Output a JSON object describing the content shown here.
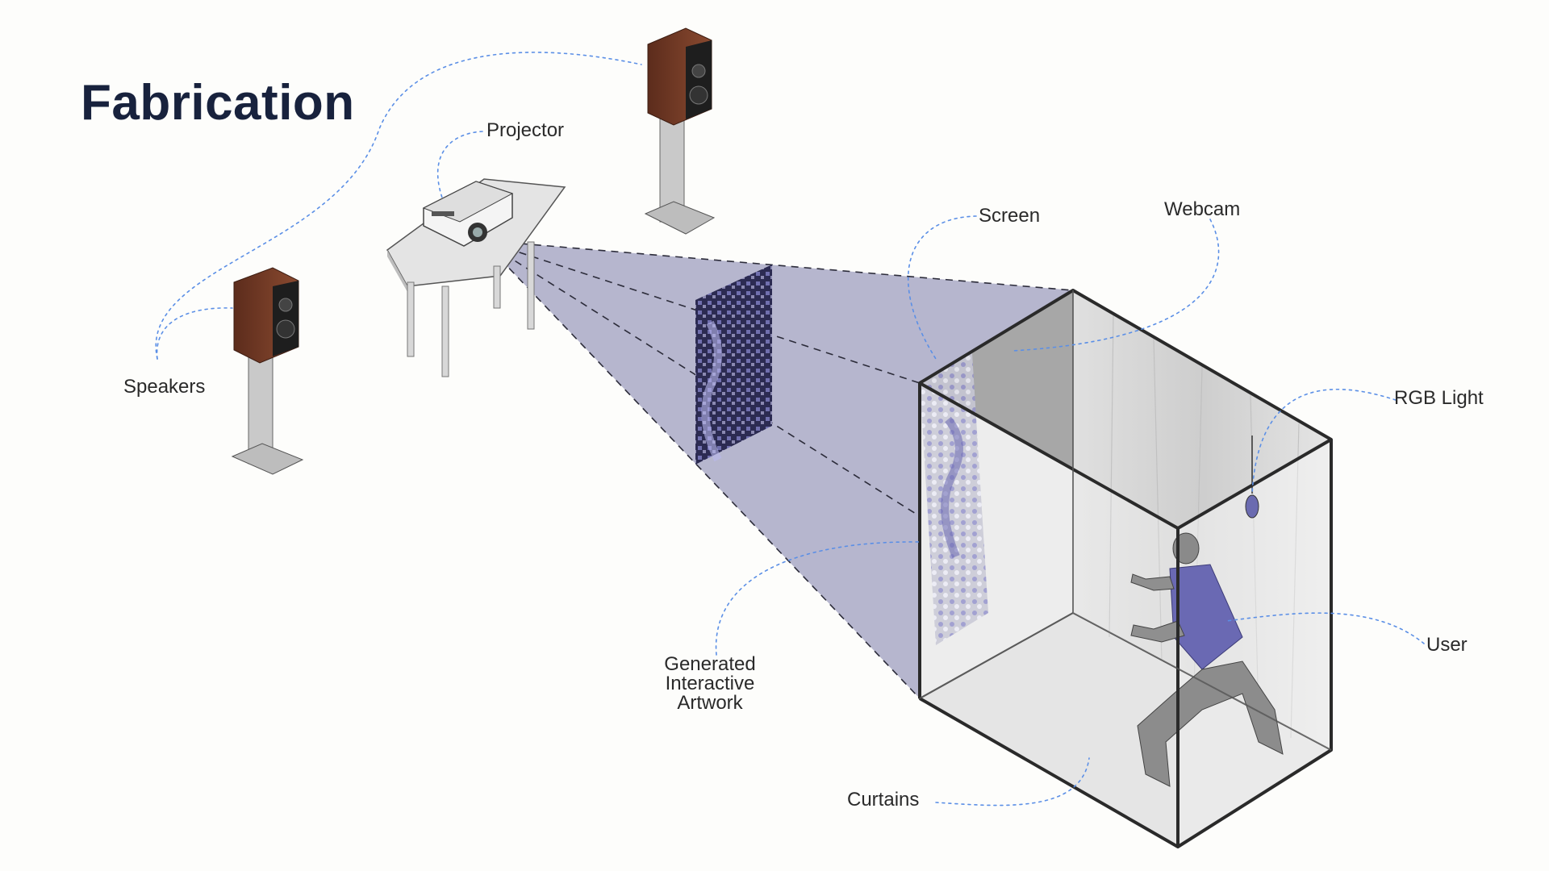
{
  "title": "Fabrication",
  "labels": {
    "projector": "Projector",
    "speakers": "Speakers",
    "screen": "Screen",
    "webcam": "Webcam",
    "rgb_light": "RGB Light",
    "user": "User",
    "artwork": [
      "Generated",
      "Interactive",
      "Artwork"
    ],
    "curtains": "Curtains"
  },
  "colors": {
    "title": "#18223d",
    "beam": "#a9a9c6",
    "speaker_wood": "#7a3e2a",
    "leader": "#5b8fe6",
    "artwork_bg": "#2c2b52",
    "shirt": "#6a69b3"
  }
}
